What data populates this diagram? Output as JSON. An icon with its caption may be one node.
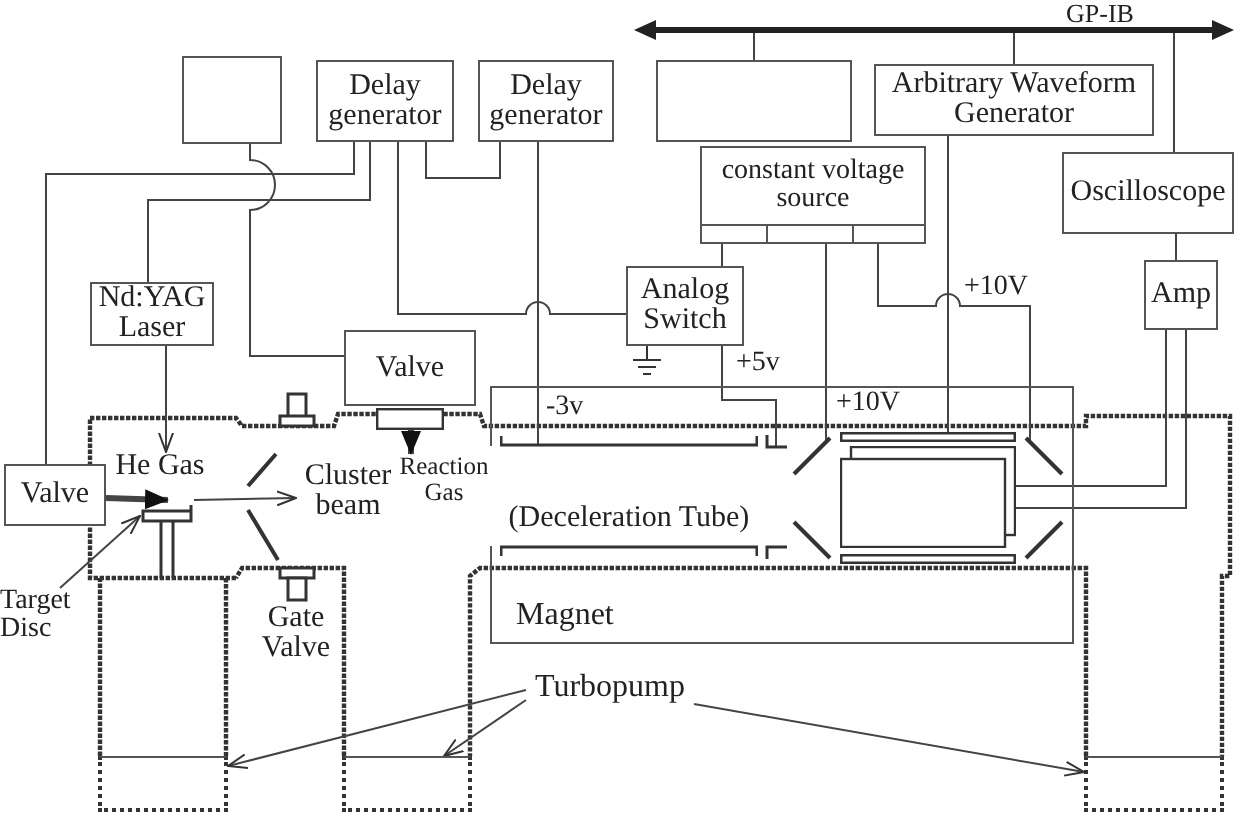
{
  "diagram": {
    "nodes": [
      {
        "text": [],
        "shape": "bar",
        "beside": [
          "GP-IB"
        ]
      },
      {
        "text": [],
        "shape": "box"
      },
      {
        "text": [
          "Delay generator"
        ]
      },
      {
        "text": [
          "Delay generator"
        ]
      },
      {
        "text": [],
        "shape": "box"
      },
      {
        "text": [
          "Arbitrary Waveform Generator"
        ]
      },
      {
        "text": [
          "constant voltage source"
        ]
      },
      {
        "text": [
          "Oscilloscope"
        ]
      },
      {
        "text": [
          "Nd:YAG Laser"
        ]
      },
      {
        "text": [
          "Analog Switch"
        ]
      },
      {
        "text": [
          "Amp"
        ]
      },
      {
        "text": [
          "Valve"
        ]
      },
      {
        "text": [
          "Magnet"
        ]
      },
      {
        "text": [
          "(Deceleration Tube)"
        ],
        "in": 12
      },
      {
        "text": [],
        "shape": "bar",
        "in": 12
      },
      {
        "text": [],
        "shape": "bar",
        "in": 12
      },
      {
        "text": [],
        "shape": "bar",
        "in": 12
      },
      {
        "text": [],
        "shape": "bar",
        "in": 12
      },
      {
        "text": [],
        "shape": "bar",
        "in": 12
      },
      {
        "text": [],
        "shape": "bar",
        "in": 12
      },
      {
        "text": [],
        "shape": "box",
        "in": 12
      },
      {
        "text": [],
        "shape": "bar",
        "in": 12
      },
      {
        "text": [],
        "shape": "bar",
        "in": 12
      },
      {
        "text": [
          "Valve"
        ]
      },
      {
        "text": [
          "He Gas"
        ]
      },
      {
        "text": [
          "Cluster beam"
        ]
      },
      {
        "text": [],
        "shape": "box"
      },
      {
        "text": [
          "Reaction Gas"
        ]
      },
      {
        "text": [],
        "shape": "bar"
      },
      {
        "text": [
          "Target Disc"
        ]
      },
      {
        "text": [
          "Turbopump"
        ]
      },
      {
        "text": [],
        "shape": "box"
      },
      {
        "text": [],
        "shape": "box"
      },
      {
        "text": [],
        "shape": "box"
      }
    ],
    "edges": [
      {
        "from": 0,
        "to": 4,
        "arrow": "none"
      },
      {
        "from": 0,
        "to": 5,
        "arrow": "none"
      },
      {
        "from": 0,
        "to": 7,
        "arrow": "none"
      },
      {
        "from": 1,
        "to": 11,
        "arrow": "none"
      },
      {
        "from": 2,
        "to": 23,
        "arrow": "none"
      },
      {
        "from": 2,
        "to": 8,
        "arrow": "none"
      },
      {
        "from": 2,
        "to": 9,
        "arrow": "none"
      },
      {
        "from": 2,
        "to": 3,
        "arrow": "none"
      },
      {
        "from": 3,
        "to": 13,
        "arrow": "none",
        "label": "-3v"
      },
      {
        "from": 6,
        "to": 9,
        "arrow": "none"
      },
      {
        "from": 9,
        "to": 14,
        "arrow": "none",
        "label": "+5v"
      },
      {
        "from": 6,
        "to": 16,
        "arrow": "none",
        "label": "+10V"
      },
      {
        "from": 6,
        "to": 21,
        "arrow": "none",
        "label": "+10V"
      },
      {
        "from": 5,
        "to": 18,
        "arrow": "none"
      },
      {
        "from": 7,
        "to": 10,
        "arrow": "none"
      },
      {
        "from": 10,
        "to": 20,
        "arrow": "none"
      },
      {
        "from": 10,
        "to": 20,
        "arrow": "none"
      },
      {
        "from": 8,
        "to": 24,
        "arrow": "to"
      },
      {
        "from": 23,
        "to": 28,
        "arrow": "to",
        "style": "thick"
      },
      {
        "from": 28,
        "to": 25,
        "arrow": "to"
      },
      {
        "from": 29,
        "to": 28,
        "arrow": "to"
      },
      {
        "from": 30,
        "to": 31,
        "arrow": "to"
      },
      {
        "from": 30,
        "to": 32,
        "arrow": "to"
      },
      {
        "from": 30,
        "to": 33,
        "arrow": "to"
      },
      {
        "from": 26,
        "to": 27,
        "arrow": "to",
        "style": "thick"
      }
    ],
    "labels": [
      "Gate Valve"
    ]
  }
}
